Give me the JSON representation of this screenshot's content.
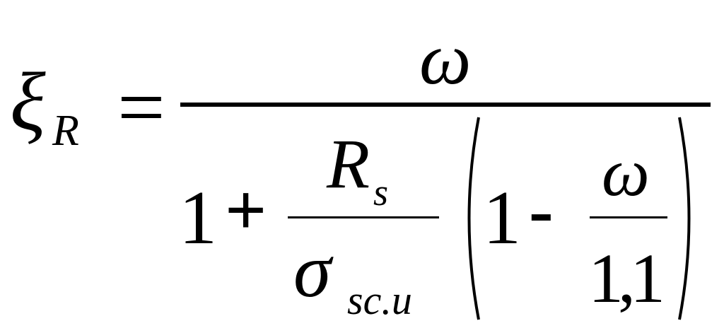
{
  "equation": {
    "lhs": {
      "symbol": "ξ",
      "subscript": "R"
    },
    "equals": "=",
    "numerator": "ω",
    "denominator": {
      "one": "1",
      "plus": "+",
      "inner_fraction": {
        "numerator_symbol": "R",
        "numerator_subscript": "s",
        "denominator_symbol": "σ",
        "denominator_subscript": "sc.u"
      },
      "paren_group": {
        "one": "1",
        "minus": "-",
        "fraction": {
          "numerator": "ω",
          "denominator": "1,1"
        }
      }
    }
  }
}
